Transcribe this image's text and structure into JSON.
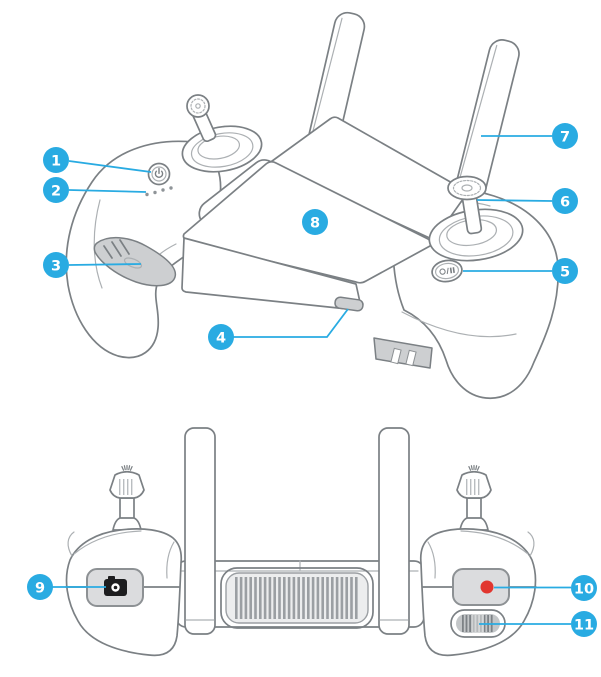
{
  "colors": {
    "accent": "#29ABE2",
    "line": "#7B8084",
    "line_light": "#ACB0B3",
    "panel_gray": "#CDCFD1",
    "button_gray": "#DBDCDE",
    "record_red": "#E1362F",
    "icon_black": "#1D1D1F",
    "background": "#FFFFFF"
  },
  "views": [
    {
      "label": "top-front-perspective-view"
    },
    {
      "label": "bottom-view"
    }
  ],
  "callouts": [
    {
      "number": "1",
      "target": "power-button"
    },
    {
      "number": "2",
      "target": "battery-level-leds"
    },
    {
      "number": "3",
      "target": "mobile-device-clamp"
    },
    {
      "number": "4",
      "target": "cable-slot-slider"
    },
    {
      "number": "5",
      "target": "flight-pause-rth-button"
    },
    {
      "number": "6",
      "target": "control-stick"
    },
    {
      "number": "7",
      "target": "antenna"
    },
    {
      "number": "8",
      "target": "mobile-device-holder"
    },
    {
      "number": "9",
      "target": "photo-button"
    },
    {
      "number": "10",
      "target": "record-button"
    },
    {
      "number": "11",
      "target": "gimbal-dial"
    }
  ]
}
